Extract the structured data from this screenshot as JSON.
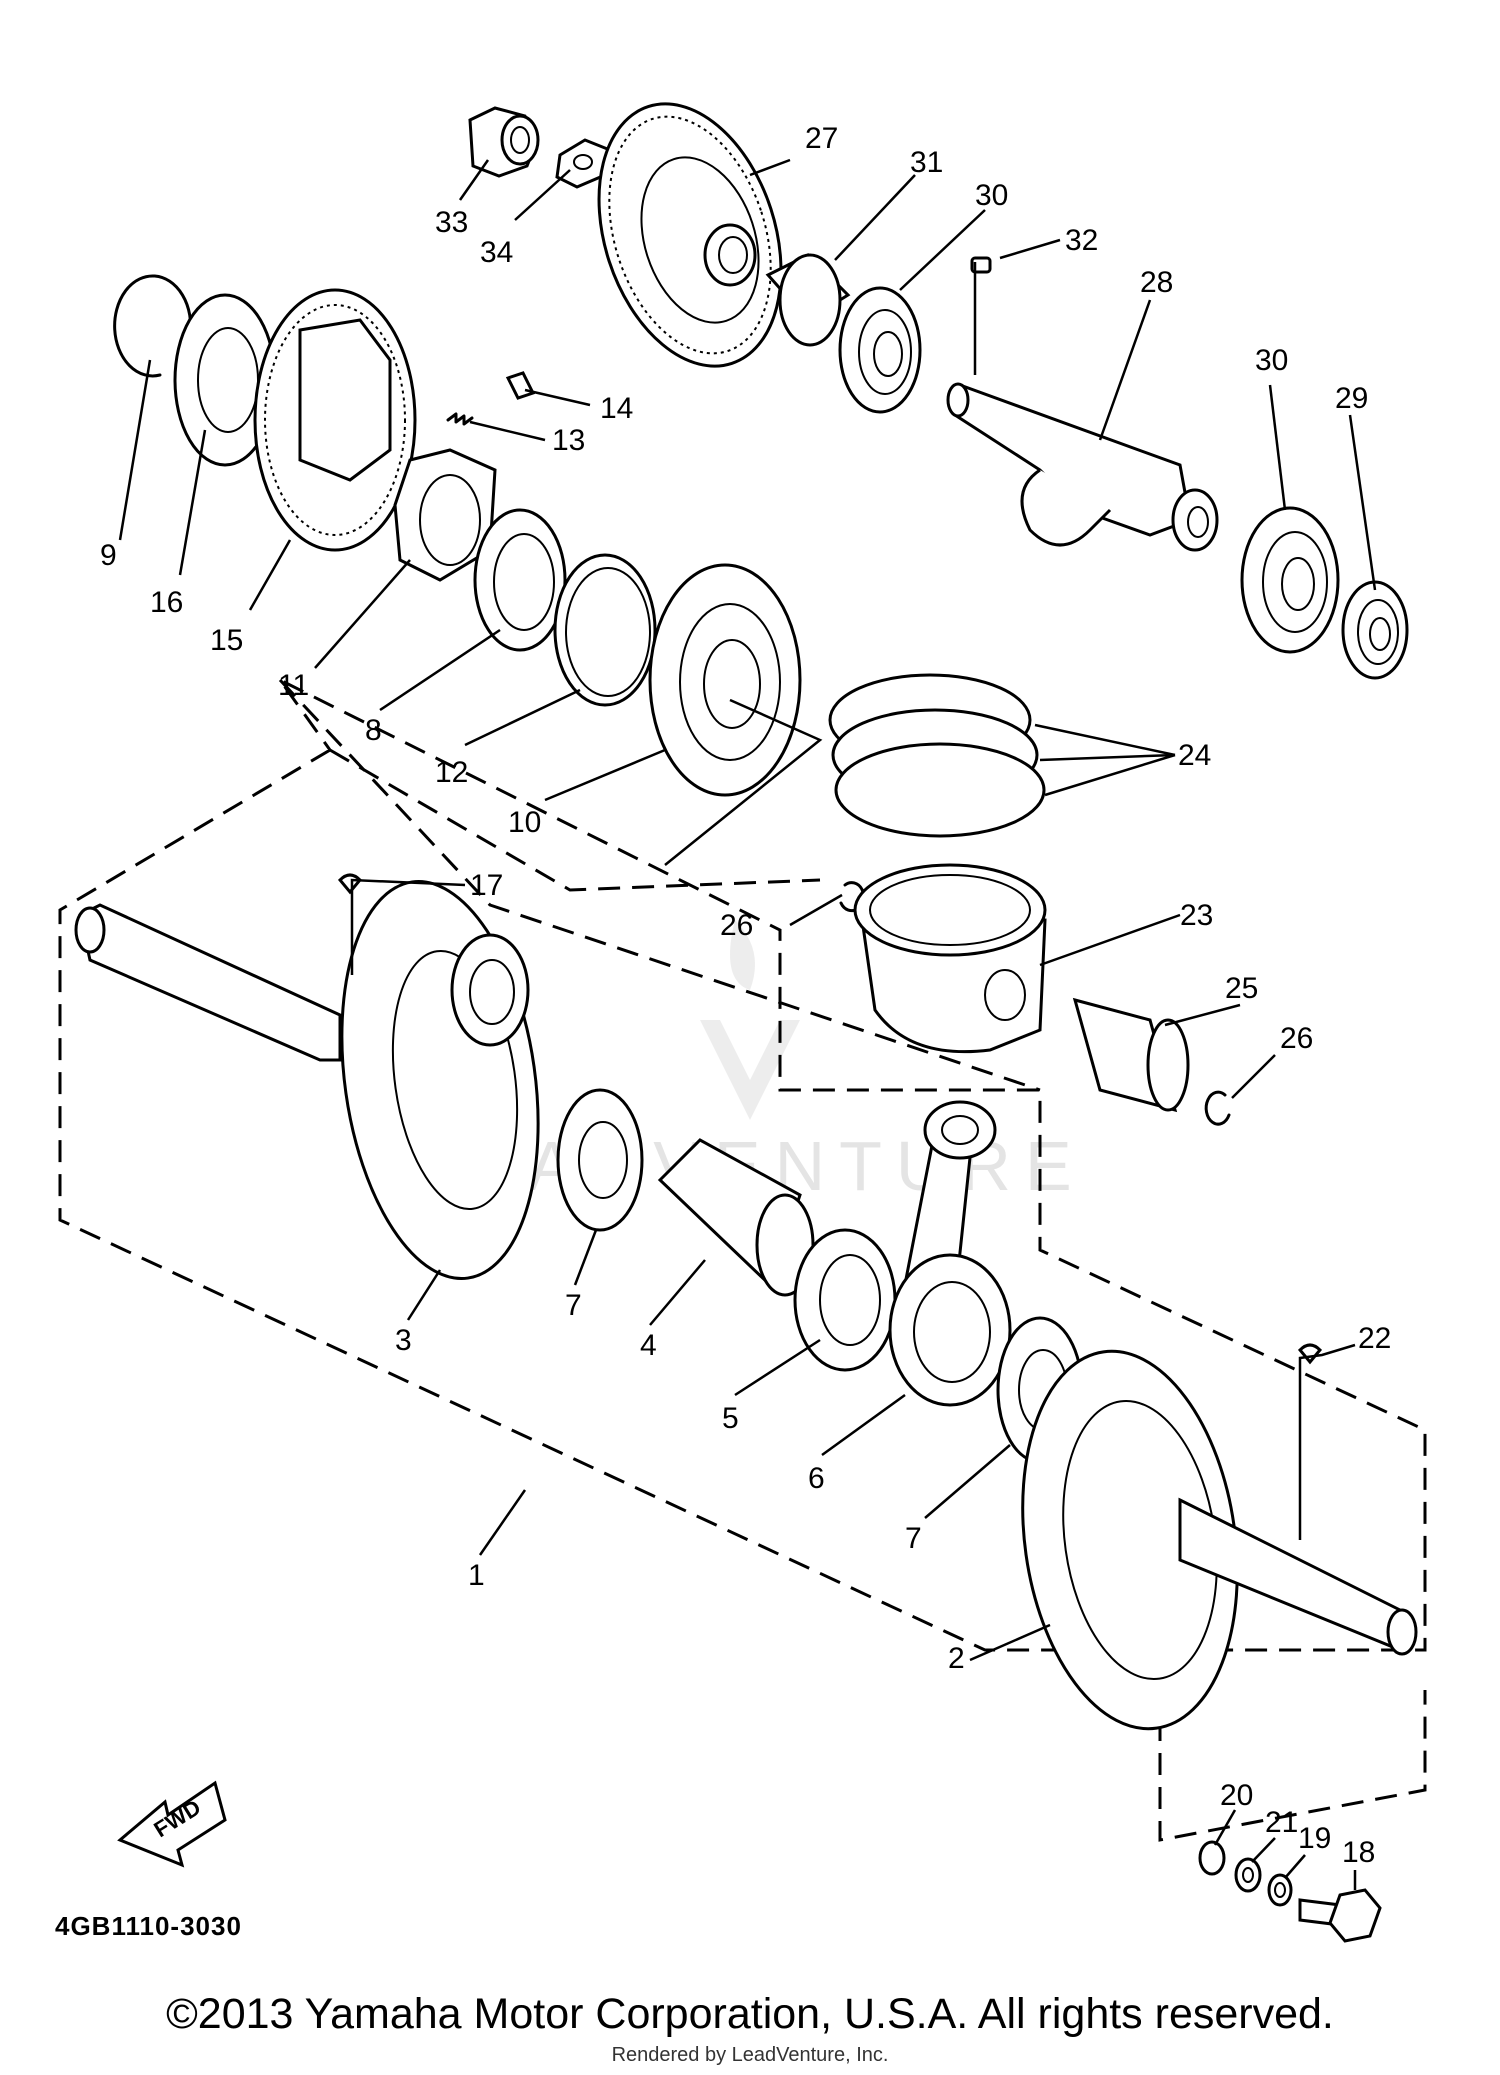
{
  "diagram": {
    "part_code": "4GB1110-3030",
    "fwd_label": "FWD",
    "watermark": "LEADVENTURE",
    "callouts": [
      {
        "id": "c33",
        "label": "33"
      },
      {
        "id": "c34",
        "label": "34"
      },
      {
        "id": "c27",
        "label": "27"
      },
      {
        "id": "c31",
        "label": "31"
      },
      {
        "id": "c30a",
        "label": "30"
      },
      {
        "id": "c32",
        "label": "32"
      },
      {
        "id": "c28",
        "label": "28"
      },
      {
        "id": "c30b",
        "label": "30"
      },
      {
        "id": "c29",
        "label": "29"
      },
      {
        "id": "c14",
        "label": "14"
      },
      {
        "id": "c13",
        "label": "13"
      },
      {
        "id": "c9",
        "label": "9"
      },
      {
        "id": "c16",
        "label": "16"
      },
      {
        "id": "c15",
        "label": "15"
      },
      {
        "id": "c11",
        "label": "11"
      },
      {
        "id": "c8",
        "label": "8"
      },
      {
        "id": "c12",
        "label": "12"
      },
      {
        "id": "c10",
        "label": "10"
      },
      {
        "id": "c24",
        "label": "24"
      },
      {
        "id": "c17",
        "label": "17"
      },
      {
        "id": "c26a",
        "label": "26"
      },
      {
        "id": "c23",
        "label": "23"
      },
      {
        "id": "c25",
        "label": "25"
      },
      {
        "id": "c26b",
        "label": "26"
      },
      {
        "id": "c3",
        "label": "3"
      },
      {
        "id": "c7a",
        "label": "7"
      },
      {
        "id": "c4",
        "label": "4"
      },
      {
        "id": "c5",
        "label": "5"
      },
      {
        "id": "c6",
        "label": "6"
      },
      {
        "id": "c7b",
        "label": "7"
      },
      {
        "id": "c22",
        "label": "22"
      },
      {
        "id": "c1",
        "label": "1"
      },
      {
        "id": "c2",
        "label": "2"
      },
      {
        "id": "c20",
        "label": "20"
      },
      {
        "id": "c21",
        "label": "21"
      },
      {
        "id": "c19",
        "label": "19"
      },
      {
        "id": "c18",
        "label": "18"
      }
    ]
  },
  "footer": {
    "copyright": "©2013 Yamaha Motor Corporation, U.S.A. All rights reserved.",
    "rendered_by": "Rendered by LeadVenture, Inc."
  }
}
